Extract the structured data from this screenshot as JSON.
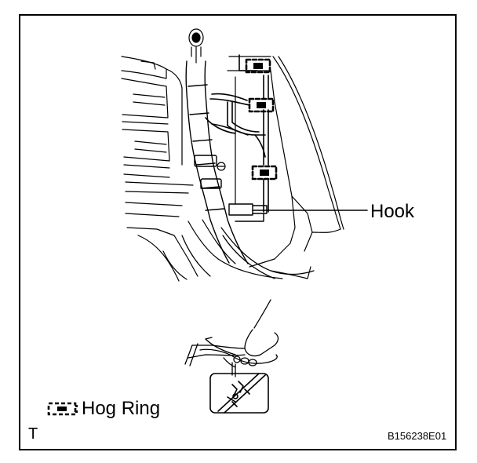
{
  "labels": {
    "hook": "Hook",
    "legend_symbol_name": "hog-ring-symbol",
    "legend_text": "Hog Ring",
    "corner_letter": "T",
    "figure_code": "B156238E01"
  },
  "colors": {
    "line": "#000000",
    "background": "#ffffff"
  }
}
